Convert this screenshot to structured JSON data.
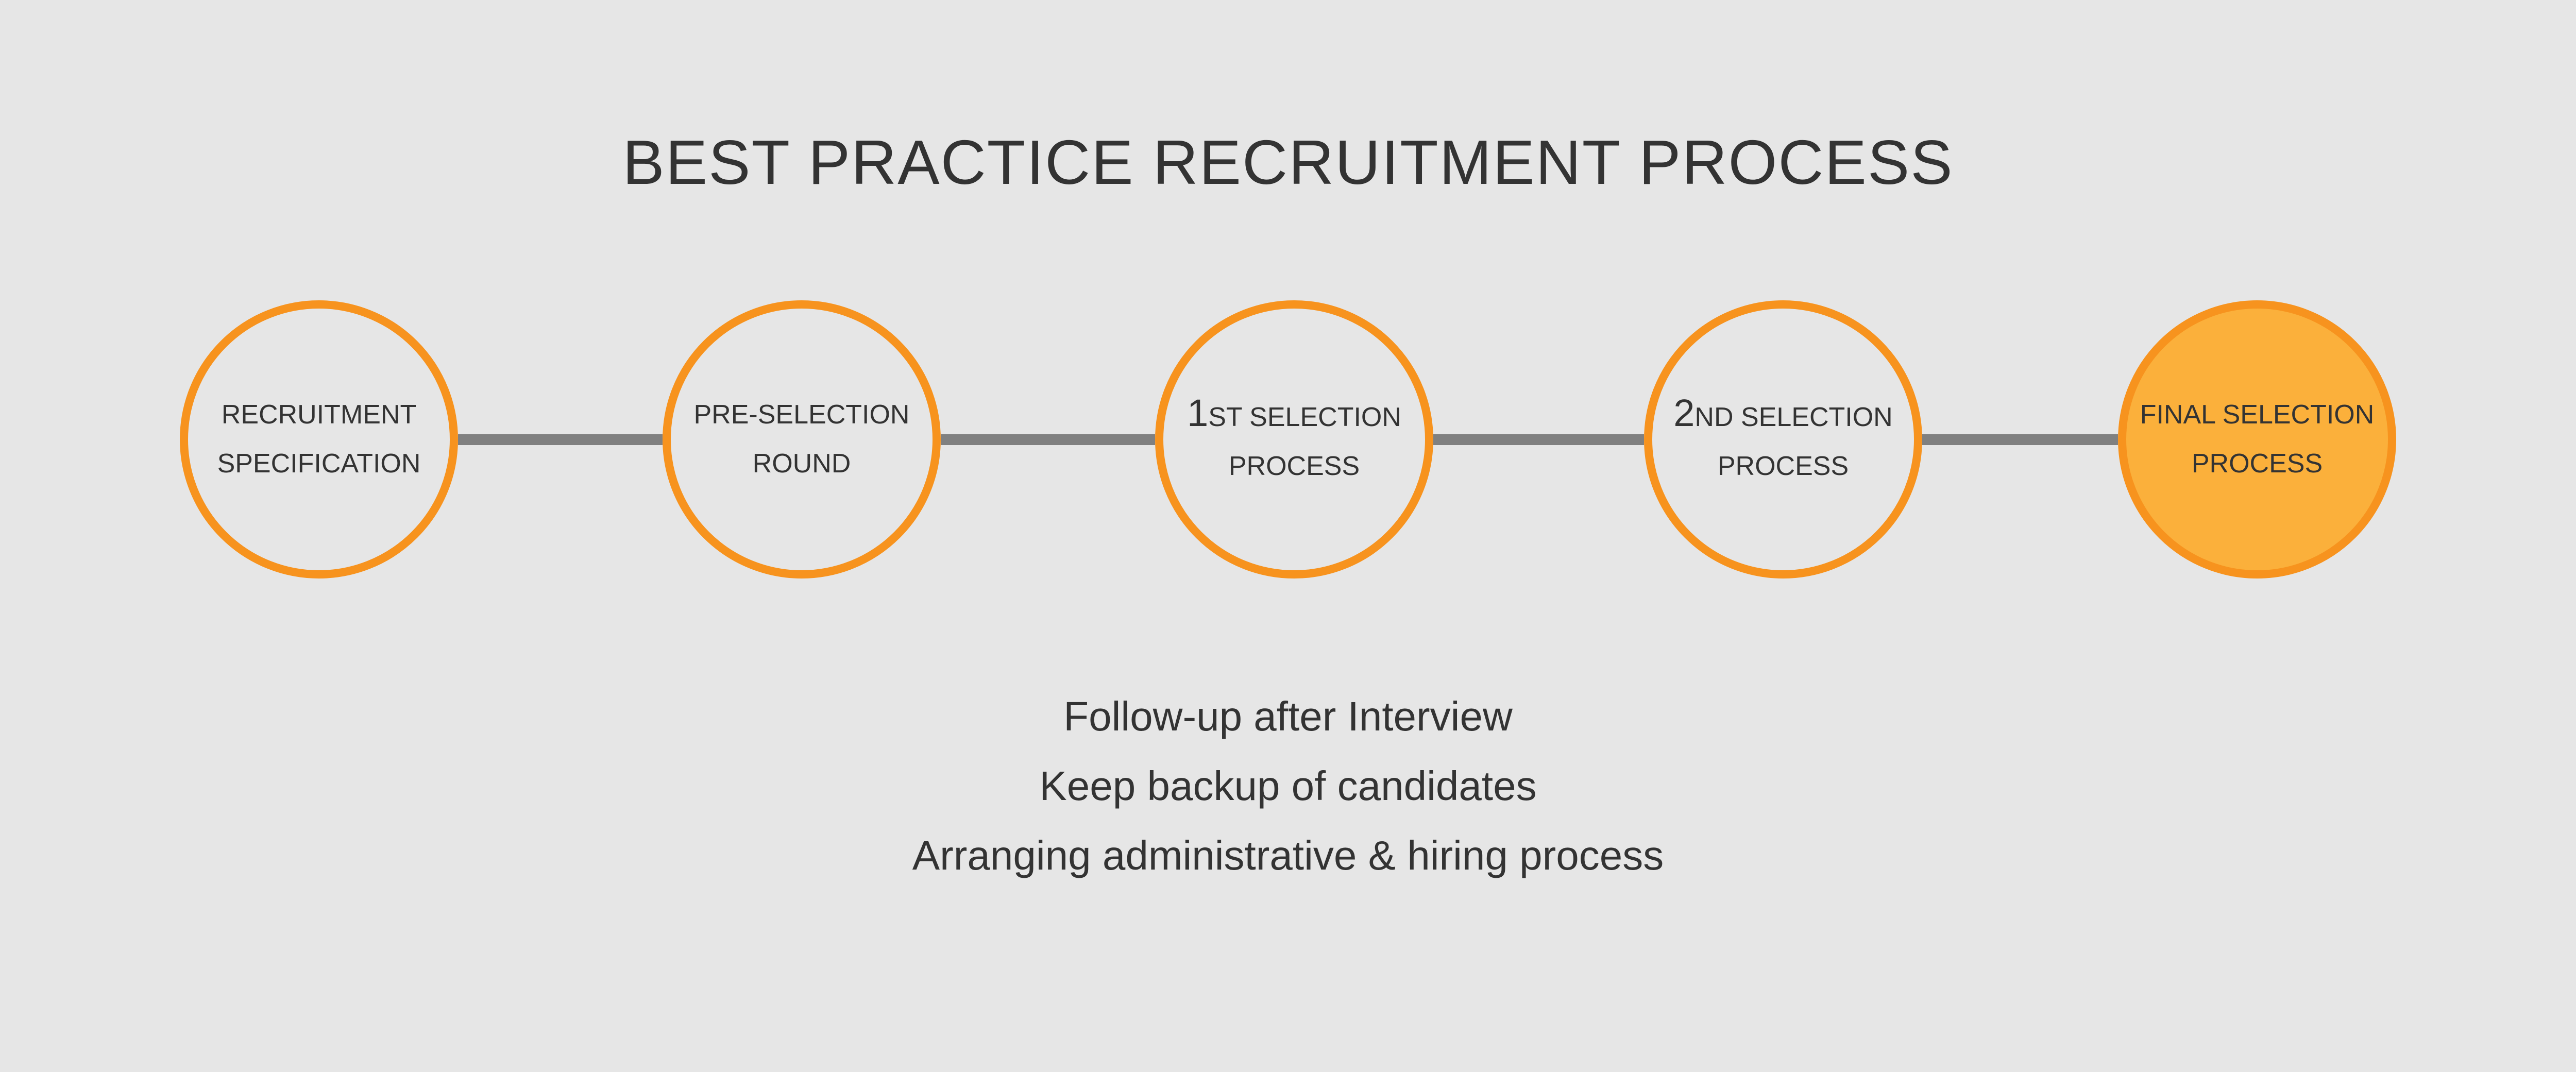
{
  "title": "BEST PRACTICE RECRUITMENT PROCESS",
  "colors": {
    "background": "#e6e6e6",
    "stroke": "#f7931e",
    "active_fill": "#fbb03b",
    "connector": "#808080",
    "text": "#333333"
  },
  "steps": [
    {
      "line1": "RECRUITMENT",
      "line2": "SPECIFICATION",
      "active": false
    },
    {
      "line1": "PRE-SELECTION",
      "line2": "ROUND",
      "active": false
    },
    {
      "line1": "1ST SELECTION",
      "line2": "PROCESS",
      "active": false
    },
    {
      "line1": "2ND SELECTION",
      "line2": "PROCESS",
      "active": false
    },
    {
      "line1": "FINAL SELECTION",
      "line2": "PROCESS",
      "active": true
    }
  ],
  "details": [
    "Follow-up after Interview",
    "Keep backup of candidates",
    "Arranging administrative & hiring process"
  ]
}
